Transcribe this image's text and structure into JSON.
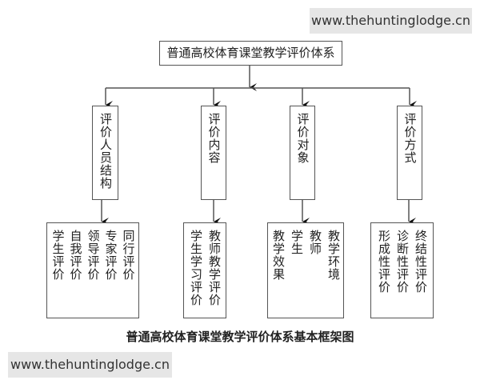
{
  "root": "普通高校体育课堂教学评价体系",
  "categories": [
    {
      "label": "评价人员结构",
      "items": [
        "学生评价",
        "自我评价",
        "领导评价",
        "专家评价",
        "同行评价"
      ]
    },
    {
      "label": "评价内容",
      "items": [
        "学生学习评价",
        "教师教学评价"
      ]
    },
    {
      "label": "评价对象",
      "items": [
        "教学效果",
        "学生",
        "教师",
        "教学环境"
      ]
    },
    {
      "label": "评价方式",
      "items": [
        "形成性评价",
        "诊断性评价",
        "终结性评价"
      ]
    }
  ],
  "caption": "普通高校体育课堂教学评价体系基本框架图",
  "watermark": "www.thehuntinglodge.cn"
}
